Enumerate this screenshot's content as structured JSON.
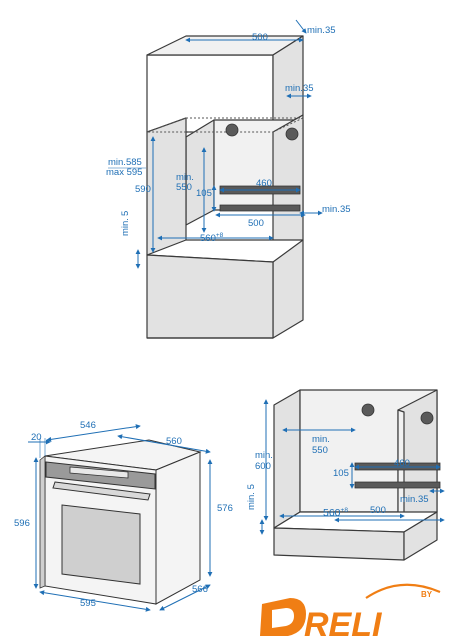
{
  "diagram_top": {
    "dims": {
      "width_top": "500",
      "min35_top": "min.35",
      "min35_back": "min.35",
      "height_range_1": "min.585",
      "height_range_2": "max 595",
      "height_590": "590",
      "min550_1": "min.",
      "min550_2": "550",
      "vent_105": "105",
      "vent_460": "460",
      "vent_min35": "min.35",
      "vent_500": "500",
      "base_min5_1": "min.",
      "base_min5_2": "5",
      "width_560": "560",
      "width_560_tol": "+8"
    }
  },
  "diagram_oven": {
    "dims": {
      "panel_20": "20",
      "depth_546": "546",
      "width_560": "560",
      "height_596": "596",
      "height_576": "576",
      "width_595": "595",
      "depth_566": "566"
    }
  },
  "diagram_cabinet_bottom": {
    "dims": {
      "min600_1": "min.",
      "min600_2": "600",
      "min550_1": "min.",
      "min550_2": "550",
      "vent_105": "105",
      "vent_460": "460",
      "vent_min35": "min.35",
      "base_min5_1": "min. 5",
      "width_560": "560",
      "width_560_tol": "+8",
      "vent_500": "500"
    }
  },
  "logo": {
    "text": "DRELI",
    "by": "BY"
  },
  "colors": {
    "dimension": "#1f6fb5",
    "logo": "#f07e14",
    "cabinet": "#e2e2e2"
  }
}
